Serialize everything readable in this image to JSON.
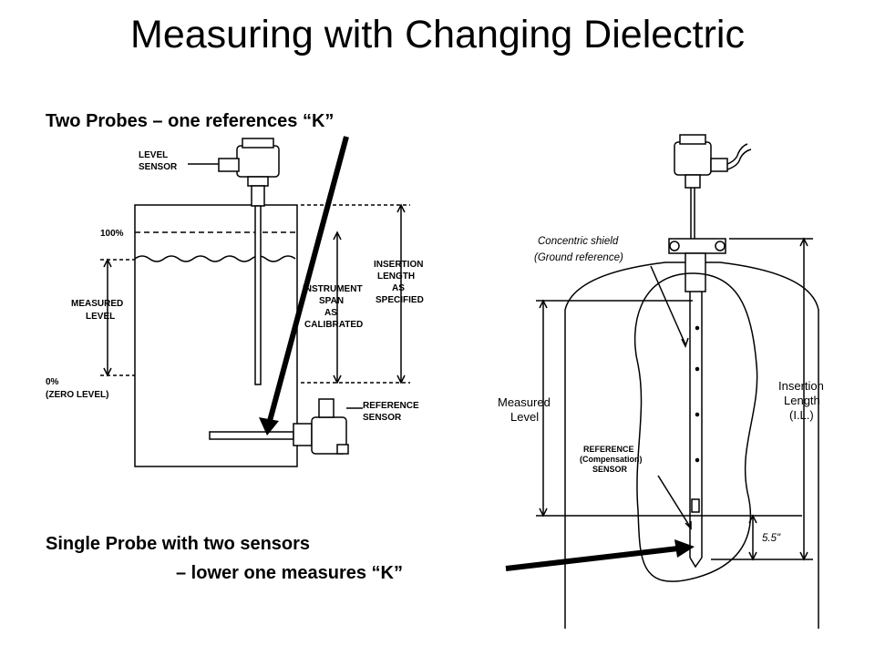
{
  "title": "Measuring with Changing Dielectric",
  "captions": {
    "two_probes": "Two Probes – one references “K”",
    "single_probe_line1": "Single Probe with two sensors",
    "single_probe_line2": "– lower one measures “K”"
  },
  "left_diagram": {
    "level_sensor_line1": "LEVEL",
    "level_sensor_line2": "SENSOR",
    "percent_100": "100%",
    "measured_level_line1": "MEASURED",
    "measured_level_line2": "LEVEL",
    "zero_level_line1": "0%",
    "zero_level_line2": "(ZERO LEVEL)",
    "instrument_span_line1": "INSTRUMENT",
    "instrument_span_line2": "SPAN",
    "instrument_span_line3": "AS",
    "instrument_span_line4": "CALIBRATED",
    "insertion_length_line1": "INSERTION",
    "insertion_length_line2": "LENGTH",
    "insertion_length_line3": "AS",
    "insertion_length_line4": "SPECIFIED",
    "reference_sensor_line1": "REFERENCE",
    "reference_sensor_line2": "SENSOR"
  },
  "right_diagram": {
    "concentric_shield_line1": "Concentric shield",
    "concentric_shield_line2": "(Ground reference)",
    "measured_level_line1": "Measured",
    "measured_level_line2": "Level",
    "insertion_length_line1": "Insertion",
    "insertion_length_line2": "Length",
    "insertion_length_line3": "(I.L.)",
    "reference_line1": "REFERENCE",
    "reference_line2": "(Compensation)",
    "reference_line3": "SENSOR",
    "dimension": "5.5\""
  }
}
